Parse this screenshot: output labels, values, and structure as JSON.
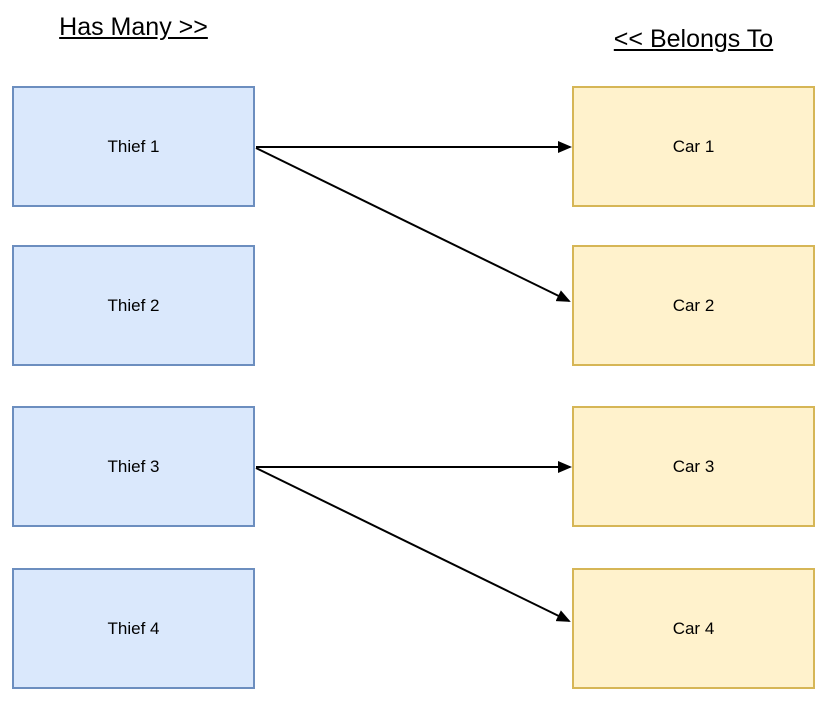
{
  "diagram": {
    "headers": {
      "left": {
        "label": "Has Many >>"
      },
      "right": {
        "label": "<< Belongs To"
      }
    },
    "left_column": {
      "items": [
        {
          "label": "Thief 1"
        },
        {
          "label": "Thief 2"
        },
        {
          "label": "Thief 3"
        },
        {
          "label": "Thief 4"
        }
      ]
    },
    "right_column": {
      "items": [
        {
          "label": "Car 1"
        },
        {
          "label": "Car 2"
        },
        {
          "label": "Car 3"
        },
        {
          "label": "Car 4"
        }
      ]
    },
    "edges": [
      {
        "from": "Thief 1",
        "to": "Car 1"
      },
      {
        "from": "Thief 1",
        "to": "Car 2"
      },
      {
        "from": "Thief 3",
        "to": "Car 3"
      },
      {
        "from": "Thief 3",
        "to": "Car 4"
      }
    ],
    "colors": {
      "thief_fill": "#dae8fc",
      "thief_border": "#6c8ebf",
      "car_fill": "#fff2cc",
      "car_border": "#d6b656",
      "arrow": "#000000",
      "text": "#000000",
      "background": "#ffffff"
    }
  }
}
